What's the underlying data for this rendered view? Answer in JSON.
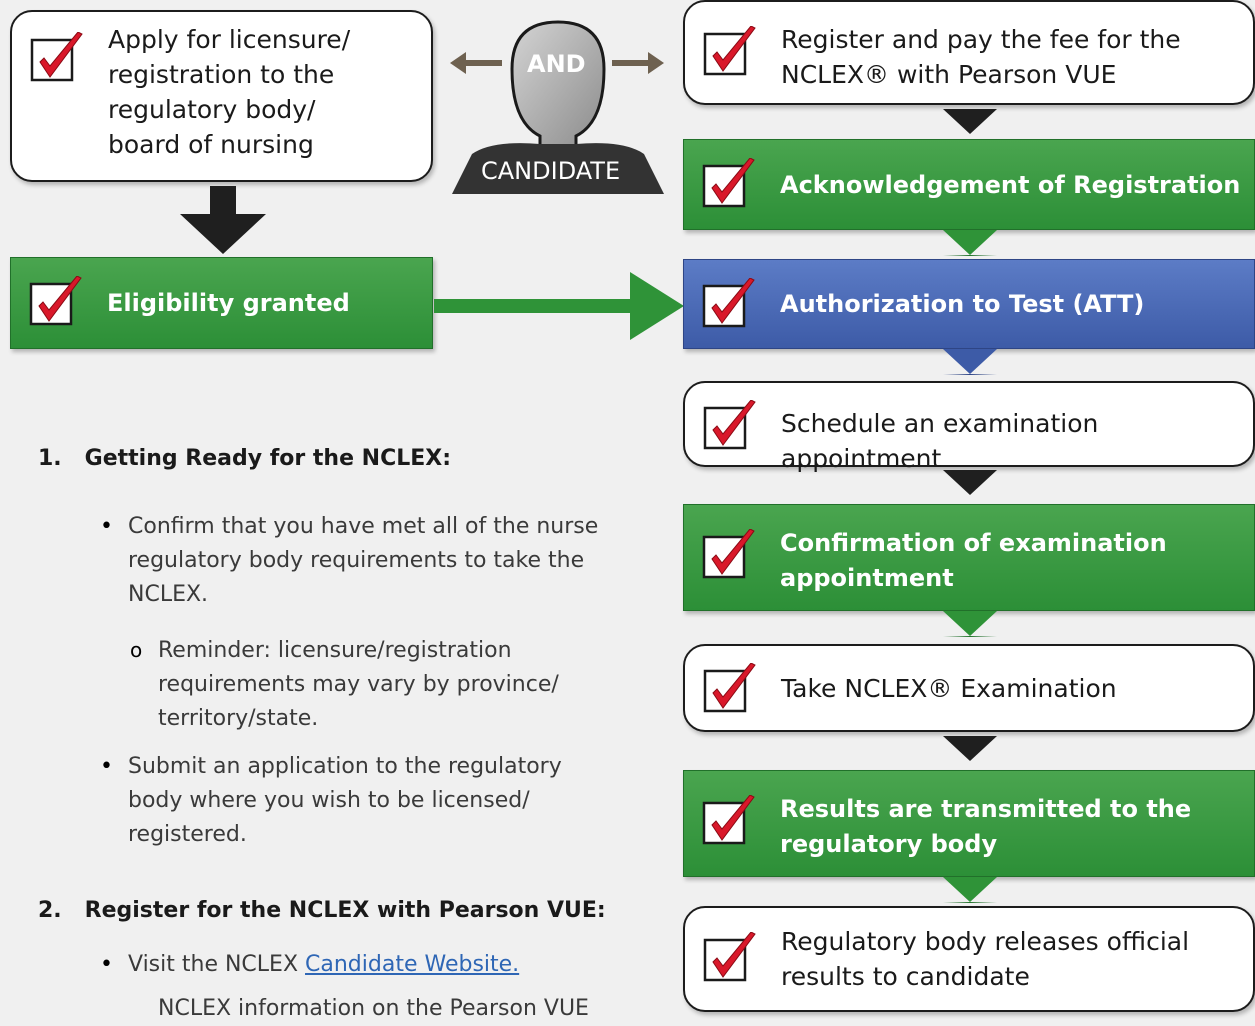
{
  "left_top_box": {
    "label": "Apply for licensure/\nregistration to the\nregulatory body/\nboard of nursing"
  },
  "candidate": {
    "and_label": "AND",
    "name": "CANDIDATE"
  },
  "eligibility_box": {
    "label": "Eligibility granted"
  },
  "flow": [
    {
      "label": "Register and pay the fee for the\nNCLEX® with Pearson VUE",
      "style": "white"
    },
    {
      "label": "Acknowledgement of Registration",
      "style": "green"
    },
    {
      "label": "Authorization to Test (ATT)",
      "style": "blue"
    },
    {
      "label": "Schedule an examination appointment",
      "style": "white"
    },
    {
      "label": "Confirmation of examination\nappointment",
      "style": "green"
    },
    {
      "label": "Take NCLEX® Examination",
      "style": "white"
    },
    {
      "label": "Results are transmitted to the\nregulatory body",
      "style": "green"
    },
    {
      "label": "Regulatory body releases official\nresults to candidate",
      "style": "white"
    }
  ],
  "steps": {
    "step1": {
      "heading": "1.   Getting Ready for the NCLEX:",
      "bullet1": "Confirm that you have met all of the nurse regulatory body requirements to take the NCLEX.",
      "sub1": "Reminder: licensure/registration requirements may vary by province/ territory/state.",
      "bullet2": "Submit an application to the regulatory body where you wish to be licensed/ registered."
    },
    "step2": {
      "heading": "2.   Register for the NCLEX with Pearson VUE:",
      "bullet1_prefix": "Visit the NCLEX ",
      "bullet1_link": "Candidate Website.",
      "partial": "NCLEX information on the Pearson VUE"
    }
  },
  "colors": {
    "green": "#2f9338",
    "blue": "#3d5ba7",
    "check_red": "#d9182a",
    "arrow_gray": "#6e6150"
  },
  "icons": [
    "checkmark-icon",
    "person-silhouette-icon",
    "arrow-left-icon",
    "arrow-right-icon",
    "arrow-down-icon"
  ]
}
